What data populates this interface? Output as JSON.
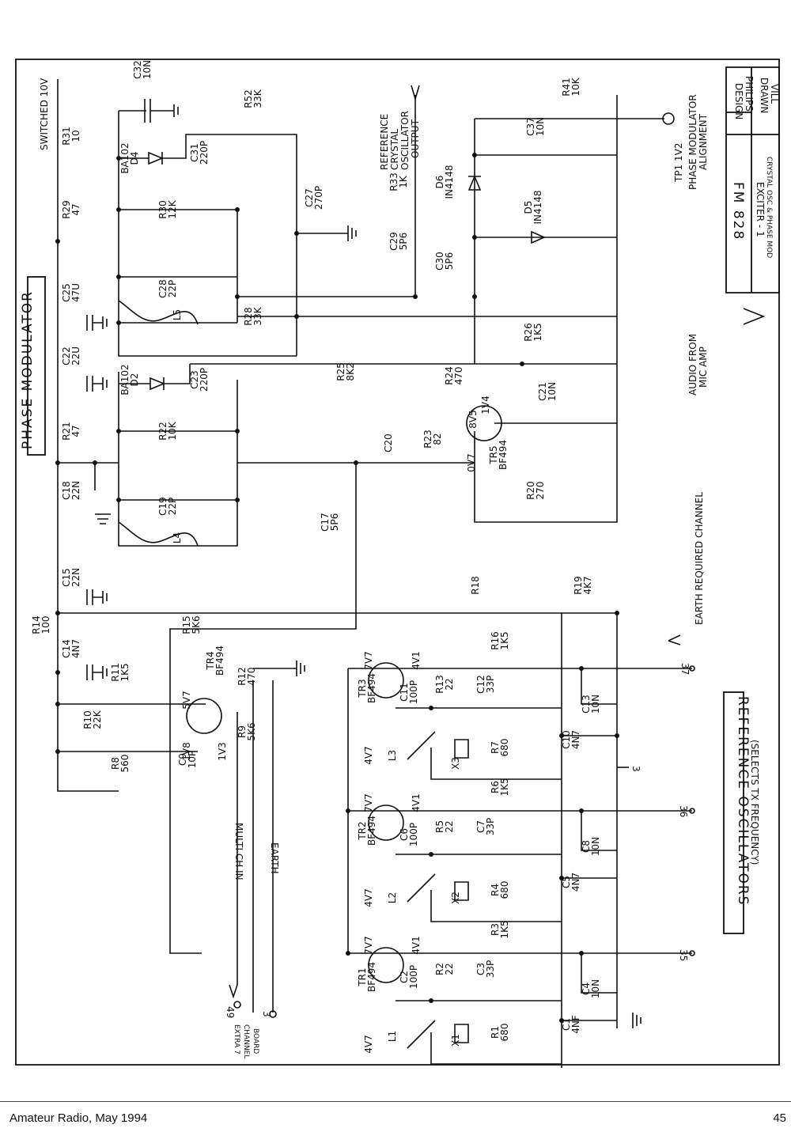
{
  "diagram": {
    "headings": {
      "phase_modulator": "PHASE MODULATOR",
      "reference_oscillators": "REFERENCE OSCILLATORS",
      "selects_tx": "(SELECTS TX FREQUENCY)",
      "switched_10v": "SWITCHED 10V",
      "ref_crystal_1": "REFERENCE",
      "ref_crystal_2": "CRYSTAL",
      "ref_crystal_3": "OSCILLATOR",
      "ref_crystal_4": "OUTPUT",
      "tp1": "TP1 1V2",
      "pm_align_1": "PHASE MODULATOR",
      "pm_align_2": "ALIGNMENT",
      "audio_1": "AUDIO FROM",
      "audio_2": "MIC AMP",
      "earth_req": "EARTH REQUIRED CHANNEL",
      "multi_ch": "MULTI CH IN",
      "earth": "EARTH",
      "extra_1": "EXTRA 7",
      "extra_2": "CHANNEL",
      "extra_3": "BOARD"
    },
    "title_block": {
      "design": "DESIGN",
      "philips": "PHILIPS",
      "drawn": "DRAWN",
      "vill": "VILL",
      "fm828": "FM 828",
      "exciter": "EXCITER - 1",
      "crystal": "CRYSTAL OSC & PHASE MOD"
    },
    "pins": {
      "p49": "49",
      "p3a": "3",
      "p35": "35",
      "p36": "36",
      "p3b": "3",
      "p37": "37"
    },
    "components": [
      {
        "l1": "C32",
        "l2": "10N"
      },
      {
        "l1": "R31",
        "l2": "10"
      },
      {
        "l1": "R52",
        "l2": "33K"
      },
      {
        "l1": "BA102",
        "l2": "D4"
      },
      {
        "l1": "C31",
        "l2": "220P"
      },
      {
        "l1": "R29",
        "l2": "47"
      },
      {
        "l1": "R30",
        "l2": "12K"
      },
      {
        "l1": "C27",
        "l2": "270P"
      },
      {
        "l1": "C25",
        "l2": "47U"
      },
      {
        "l1": "C28",
        "l2": "22P"
      },
      {
        "l1": "L5",
        "l2": ""
      },
      {
        "l1": "R28",
        "l2": "33K"
      },
      {
        "l1": "C22",
        "l2": "22U"
      },
      {
        "l1": "BA102",
        "l2": "D2"
      },
      {
        "l1": "C23",
        "l2": "220P"
      },
      {
        "l1": "R25",
        "l2": "8K2"
      },
      {
        "l1": "R21",
        "l2": "47"
      },
      {
        "l1": "R22",
        "l2": "10K"
      },
      {
        "l1": "C18",
        "l2": "22N"
      },
      {
        "l1": "C19",
        "l2": "22P"
      },
      {
        "l1": "L4",
        "l2": ""
      },
      {
        "l1": "C17",
        "l2": "5P6"
      },
      {
        "l1": "C15",
        "l2": "22N"
      },
      {
        "l1": "R14",
        "l2": "100"
      },
      {
        "l1": "C14",
        "l2": "4N7"
      },
      {
        "l1": "R15",
        "l2": "5K6"
      },
      {
        "l1": "R11",
        "l2": "1K5"
      },
      {
        "l1": "TR4",
        "l2": "BF494"
      },
      {
        "l1": "R12",
        "l2": "470"
      },
      {
        "l1": "R10",
        "l2": "22K"
      },
      {
        "l1": "R9",
        "l2": "5K6"
      },
      {
        "l1": "R8",
        "l2": "560"
      },
      {
        "l1": "C9",
        "l2": "10P"
      },
      {
        "l1": "R33",
        "l2": "1K"
      },
      {
        "l1": "C29",
        "l2": "5P6"
      },
      {
        "l1": "D6",
        "l2": "IN4148"
      },
      {
        "l1": "D5",
        "l2": "IN4148"
      },
      {
        "l1": "C30",
        "l2": "5P6"
      },
      {
        "l1": "C37",
        "l2": "10N"
      },
      {
        "l1": "R41",
        "l2": "10K"
      },
      {
        "l1": "R26",
        "l2": "1K5"
      },
      {
        "l1": "R24",
        "l2": "470"
      },
      {
        "l1": "TR5",
        "l2": "BF494"
      },
      {
        "l1": "C21",
        "l2": "10N"
      },
      {
        "l1": "C20",
        "l2": ""
      },
      {
        "l1": "R23",
        "l2": "82"
      },
      {
        "l1": "R20",
        "l2": "270"
      },
      {
        "l1": "R18",
        "l2": ""
      },
      {
        "l1": "R19",
        "l2": "4K7"
      },
      {
        "l1": "TR3",
        "l2": "BF494"
      },
      {
        "l1": "C11",
        "l2": "100P"
      },
      {
        "l1": "R13",
        "l2": "22"
      },
      {
        "l1": "C12",
        "l2": "33P"
      },
      {
        "l1": "R16",
        "l2": "1K5"
      },
      {
        "l1": "L3",
        "l2": ""
      },
      {
        "l1": "X3",
        "l2": ""
      },
      {
        "l1": "R7",
        "l2": "680"
      },
      {
        "l1": "C13",
        "l2": "10N"
      },
      {
        "l1": "C10",
        "l2": "4N7"
      },
      {
        "l1": "TR2",
        "l2": "BF494"
      },
      {
        "l1": "C6",
        "l2": "100P"
      },
      {
        "l1": "R5",
        "l2": "22"
      },
      {
        "l1": "C7",
        "l2": "33P"
      },
      {
        "l1": "R6",
        "l2": "1K5"
      },
      {
        "l1": "L2",
        "l2": ""
      },
      {
        "l1": "X2",
        "l2": ""
      },
      {
        "l1": "R4",
        "l2": "680"
      },
      {
        "l1": "C8",
        "l2": "10N"
      },
      {
        "l1": "C5",
        "l2": "4N7"
      },
      {
        "l1": "TR1",
        "l2": "BF494"
      },
      {
        "l1": "C2",
        "l2": "100P"
      },
      {
        "l1": "R2",
        "l2": "22"
      },
      {
        "l1": "C3",
        "l2": "33P"
      },
      {
        "l1": "R3",
        "l2": "1K5"
      },
      {
        "l1": "L1",
        "l2": ""
      },
      {
        "l1": "X1",
        "l2": ""
      },
      {
        "l1": "R1",
        "l2": "680"
      },
      {
        "l1": "C4",
        "l2": "10N"
      },
      {
        "l1": "C1",
        "l2": "4NF"
      }
    ],
    "voltages": [
      "8V5",
      "1V4",
      "0V7",
      "5V7",
      "1V8",
      "1V3",
      "7V7",
      "4V1",
      "4V7",
      "7V7",
      "4V1",
      "4V7",
      "7V7",
      "4V1",
      "4V7"
    ]
  },
  "footer": {
    "publication": "Amateur Radio, May 1994",
    "page_number": "45"
  }
}
